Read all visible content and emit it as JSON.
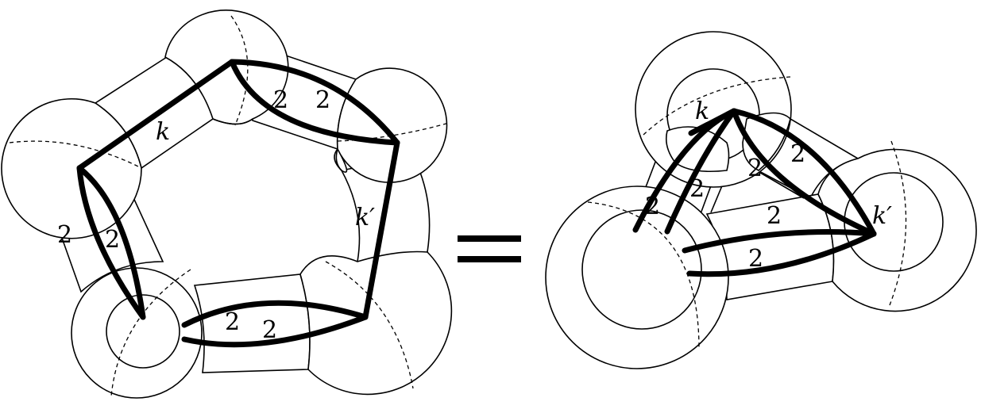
{
  "left_diagram": {
    "labels": {
      "top_tube_k": "k",
      "upper_right_2a": "2",
      "upper_right_2b": "2",
      "left_2a": "2",
      "left_2b": "2",
      "bottom_2a": "2",
      "bottom_2b": "2",
      "right_tube_kprime": "k′"
    }
  },
  "equals_sign": "=",
  "right_diagram": {
    "labels": {
      "top_k": "k",
      "upper_2a": "2",
      "upper_2b": "2",
      "left_2a": "2",
      "left_2b": "2",
      "lower_2a": "2",
      "lower_2b": "2",
      "right_kprime": "k′"
    }
  }
}
